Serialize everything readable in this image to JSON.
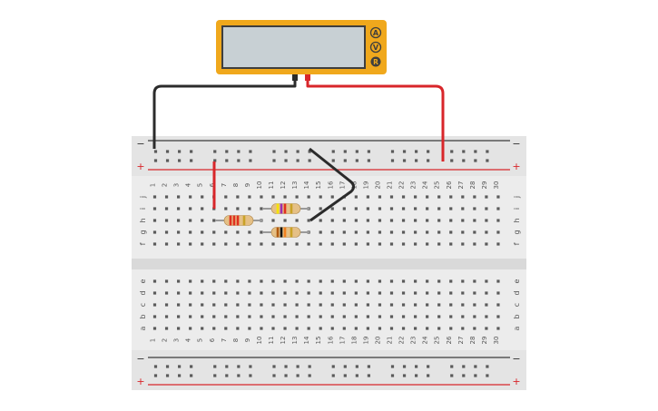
{
  "multimeter": {
    "display_value": "",
    "modes": [
      {
        "label": "A",
        "name": "ammeter"
      },
      {
        "label": "V",
        "name": "voltmeter"
      },
      {
        "label": "R",
        "name": "ohmmeter"
      }
    ],
    "body_color": "#f0a81c",
    "screen_color": "#c8d0d4"
  },
  "breadboard": {
    "columns": [
      "1",
      "2",
      "3",
      "4",
      "5",
      "6",
      "7",
      "8",
      "9",
      "10",
      "11",
      "12",
      "13",
      "14",
      "15",
      "16",
      "17",
      "18",
      "19",
      "20",
      "21",
      "22",
      "23",
      "24",
      "25",
      "26",
      "27",
      "28",
      "29",
      "30"
    ],
    "rows_top": [
      "j",
      "i",
      "h",
      "g",
      "f"
    ],
    "rows_bottom": [
      "e",
      "d",
      "c",
      "b",
      "a"
    ],
    "rail_minus_label": "−",
    "rail_plus_label": "+",
    "board_color": "#ececec",
    "rail_red": "#d8262a",
    "rail_dark": "#3a3a3a"
  },
  "components": {
    "resistors": [
      {
        "name": "resistor-1",
        "bands": [
          "#e03020",
          "#e03020",
          "#e03020",
          "#c9a227"
        ]
      },
      {
        "name": "resistor-2",
        "bands": [
          "#f5e400",
          "#9b2fb0",
          "#e03020",
          "#c9a227"
        ]
      },
      {
        "name": "resistor-3",
        "bands": [
          "#b05a10",
          "#111111",
          "#f08020",
          "#c9a227"
        ]
      }
    ],
    "wires": [
      {
        "name": "black-probe-lead",
        "color": "#2b2b2b"
      },
      {
        "name": "red-probe-lead",
        "color": "#d8262a"
      },
      {
        "name": "red-jumper-wire",
        "color": "#d8262a"
      },
      {
        "name": "black-jumper-wire",
        "color": "#2b2b2b"
      }
    ]
  }
}
